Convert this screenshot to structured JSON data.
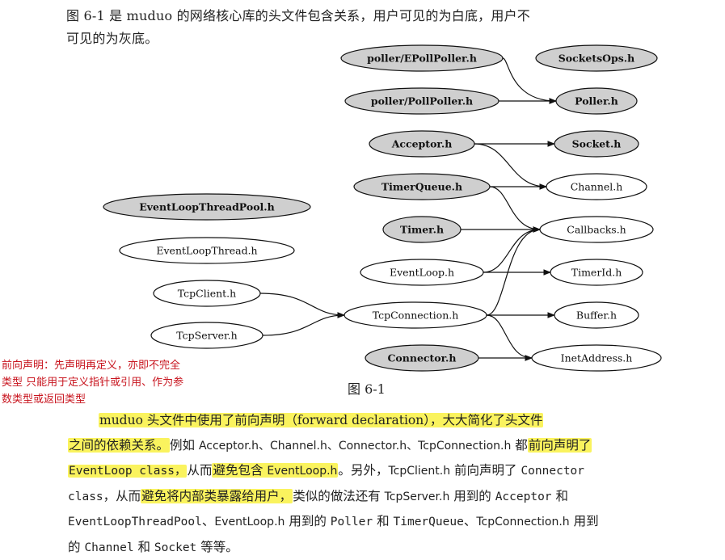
{
  "intro": {
    "line1": "图 6-1 是 muduo 的网络核心库的头文件包含关系，用户可见的为白底，用户不",
    "line2": "可见的为灰底。"
  },
  "graph_nodes": [
    {
      "id": "epoller",
      "label": "poller/EPollPoller.h",
      "fill": "gray"
    },
    {
      "id": "socketsops",
      "label": "SocketsOps.h",
      "fill": "gray"
    },
    {
      "id": "pollpoller",
      "label": "poller/PollPoller.h",
      "fill": "gray"
    },
    {
      "id": "poller",
      "label": "Poller.h",
      "fill": "gray"
    },
    {
      "id": "acceptor",
      "label": "Acceptor.h",
      "fill": "gray"
    },
    {
      "id": "socket",
      "label": "Socket.h",
      "fill": "gray"
    },
    {
      "id": "timerqueue",
      "label": "TimerQueue.h",
      "fill": "gray"
    },
    {
      "id": "channel",
      "label": "Channel.h",
      "fill": "white"
    },
    {
      "id": "eltpool",
      "label": "EventLoopThreadPool.h",
      "fill": "gray"
    },
    {
      "id": "timer",
      "label": "Timer.h",
      "fill": "gray"
    },
    {
      "id": "callbacks",
      "label": "Callbacks.h",
      "fill": "white"
    },
    {
      "id": "elthread",
      "label": "EventLoopThread.h",
      "fill": "white"
    },
    {
      "id": "eventloop",
      "label": "EventLoop.h",
      "fill": "white"
    },
    {
      "id": "timerid",
      "label": "TimerId.h",
      "fill": "white"
    },
    {
      "id": "tcpclient",
      "label": "TcpClient.h",
      "fill": "white"
    },
    {
      "id": "tcpconn",
      "label": "TcpConnection.h",
      "fill": "white"
    },
    {
      "id": "buffer",
      "label": "Buffer.h",
      "fill": "white"
    },
    {
      "id": "tcpserver",
      "label": "TcpServer.h",
      "fill": "white"
    },
    {
      "id": "connector",
      "label": "Connector.h",
      "fill": "gray"
    },
    {
      "id": "inetaddr",
      "label": "InetAddress.h",
      "fill": "white"
    }
  ],
  "graph_edges": [
    [
      "epoller",
      "poller"
    ],
    [
      "pollpoller",
      "poller"
    ],
    [
      "acceptor",
      "socket"
    ],
    [
      "acceptor",
      "channel"
    ],
    [
      "timerqueue",
      "channel"
    ],
    [
      "timerqueue",
      "callbacks"
    ],
    [
      "timer",
      "callbacks"
    ],
    [
      "eventloop",
      "callbacks"
    ],
    [
      "eventloop",
      "timerid"
    ],
    [
      "tcpclient",
      "tcpconn"
    ],
    [
      "tcpserver",
      "tcpconn"
    ],
    [
      "tcpconn",
      "callbacks"
    ],
    [
      "tcpconn",
      "buffer"
    ],
    [
      "tcpconn",
      "inetaddr"
    ],
    [
      "connector",
      "inetaddr"
    ]
  ],
  "colors": {
    "gray_fill": "#cfcfcf",
    "white_fill": "#ffffff",
    "highlight": "#faf35e",
    "annotation": "#c8141e"
  },
  "figure_caption": "图 6-1",
  "annotation": {
    "line1": "前向声明：先声明再定义，亦即不完全",
    "line2": "类型 只能用于定义指针或引用、作为参",
    "line3": "数类型或返回类型"
  },
  "paragraph": {
    "l1_a": "muduo 头文件中使用了前向声明（forward declaration），大大简化了头文件",
    "l2_a": "之间的依赖关系。",
    "l2_b": "例如 ",
    "l2_c": "Acceptor.h、Channel.h、Connector.h、TcpConnection.h",
    "l2_d": " 都",
    "l2_e": "前向声明了",
    "l3_a": "EventLoop class，",
    "l3_b": "从而",
    "l3_c": "避免包含 ",
    "l3_d": "EventLoop.h",
    "l3_e": "。",
    "l3_f": "另外，",
    "l3_g": "TcpClient.h",
    "l3_h": " 前向声明了 ",
    "l3_i": "Connector",
    "l4_a": "class",
    "l4_b": "，从而",
    "l4_c": "避免将内部类暴露给用户，",
    "l4_d": "类似的做法还有 ",
    "l4_e": "TcpServer.h",
    "l4_f": " 用到的 ",
    "l4_g": "Acceptor",
    "l4_h": " 和",
    "l5_a": "EventLoopThreadPool",
    "l5_b": "、",
    "l5_c": "EventLoop.h",
    "l5_d": " 用到的 ",
    "l5_e": "Poller",
    "l5_f": " 和 ",
    "l5_g": "TimerQueue",
    "l5_h": "、",
    "l5_i": "TcpConnection.h",
    "l5_j": " 用到",
    "l6_a": "的 ",
    "l6_b": "Channel",
    "l6_c": " 和 ",
    "l6_d": "Socket",
    "l6_e": " 等等。"
  }
}
